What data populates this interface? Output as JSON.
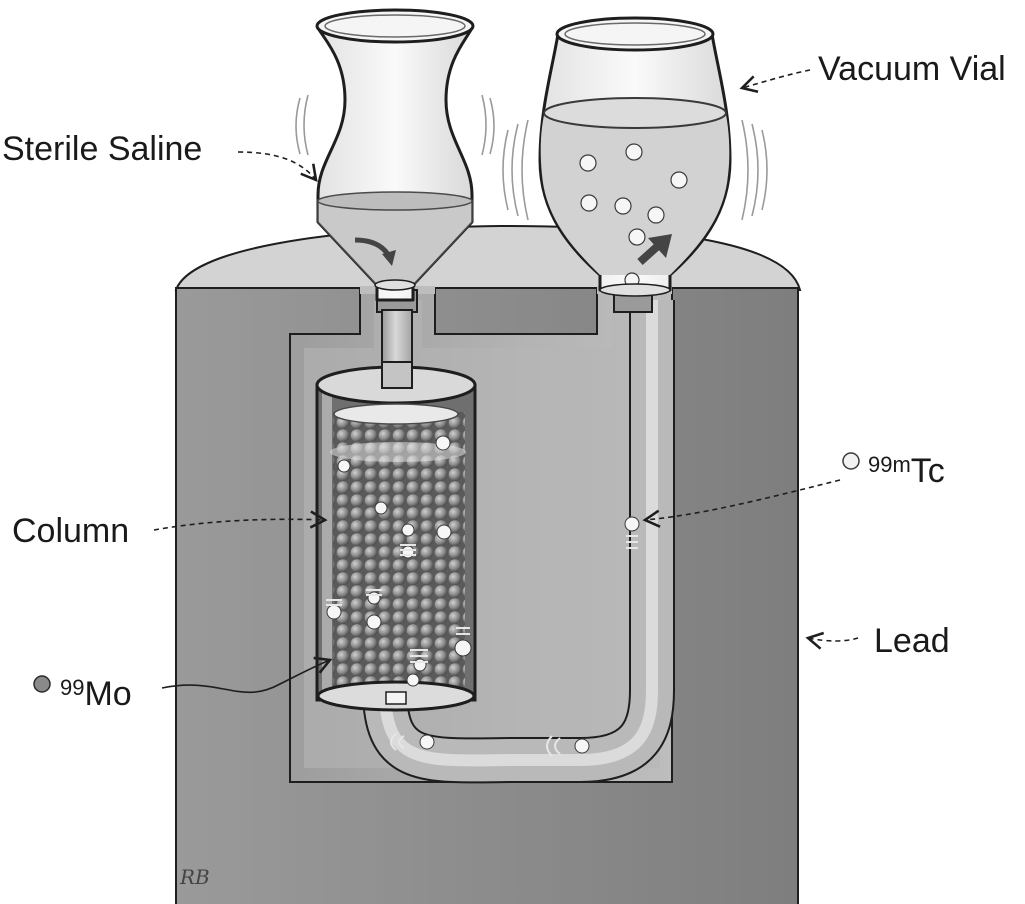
{
  "labels": {
    "sterile_saline": "Sterile Saline",
    "vacuum_vial": "Vacuum Vial",
    "column": "Column",
    "tc_mass": "99m",
    "tc_symbol": "Tc",
    "lead": "Lead",
    "mo_mass": "99",
    "mo_symbol": "Mo",
    "signature": "RB"
  },
  "colors": {
    "lead_outer": "#8f8f8f",
    "lead_inner": "#a8a8a8",
    "lead_top": "#d2d2d2",
    "glass": "#ececec",
    "saline": "#cfcfcf",
    "tc_particle": "#f2f2f2",
    "mo_particle": "#8a8a8a",
    "stroke": "#1e1e1e"
  }
}
